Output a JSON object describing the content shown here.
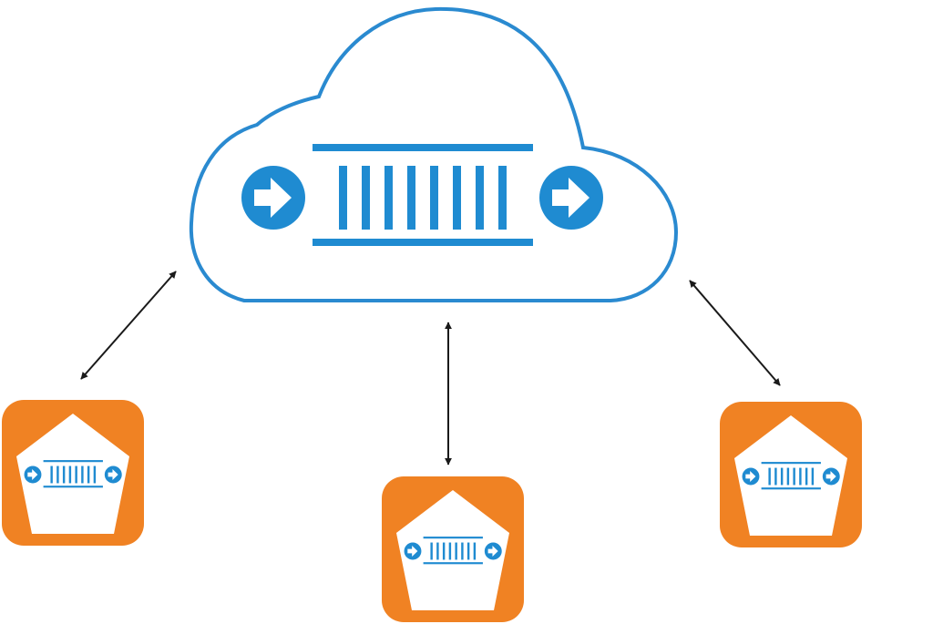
{
  "colors": {
    "background": "#ffffff",
    "cloud_outline": "#2a8ad0",
    "queue_blue": "#1f8bd1",
    "node_orange": "#f08223",
    "node_inner": "#ffffff",
    "arrow": "#1a1a1a"
  },
  "icons": {
    "cloud": "cloud-icon",
    "queue": "message-queue-icon",
    "node": "pentagon-node-icon",
    "link": "bidirectional-arrow-icon"
  },
  "nodes": [
    {
      "id": "left",
      "icon": "pentagon-node-icon"
    },
    {
      "id": "center",
      "icon": "pentagon-node-icon"
    },
    {
      "id": "right",
      "icon": "pentagon-node-icon"
    }
  ],
  "links": [
    {
      "from": "cloud",
      "to": "left",
      "direction": "both"
    },
    {
      "from": "cloud",
      "to": "center",
      "direction": "both"
    },
    {
      "from": "cloud",
      "to": "right",
      "direction": "both"
    }
  ]
}
